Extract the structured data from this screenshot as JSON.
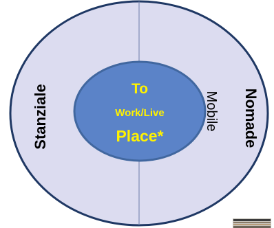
{
  "diagram": {
    "center": {
      "line1": "To",
      "line2": "Work/Live",
      "line3": "Place*"
    },
    "left_label": "Stanziale",
    "right_label_bold": "Nomade",
    "right_label_regular": "Mobile"
  },
  "colors": {
    "outer_fill": "#DCDCF0",
    "outer_stroke": "#1F3864",
    "inner_fill": "#5B83C8",
    "inner_stroke": "#41679F",
    "center_text": "#FFF200",
    "divider": "#6C7DA8",
    "label_text": "#000000"
  }
}
